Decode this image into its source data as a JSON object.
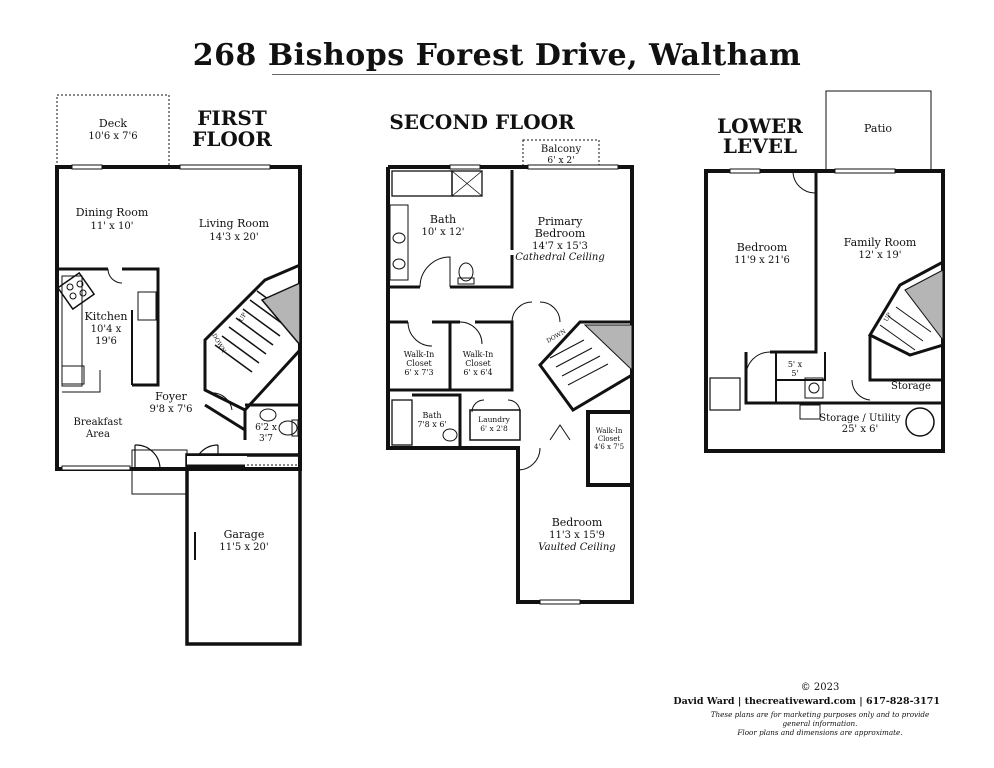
{
  "title": "268 Bishops Forest Drive, Waltham",
  "floors": {
    "first": {
      "heading_line1": "FIRST",
      "heading_line2": "FLOOR",
      "rooms": {
        "deck": {
          "name": "Deck",
          "dim": "10'6 x 7'6"
        },
        "dining": {
          "name": "Dining Room",
          "dim": "11' x 10'"
        },
        "living": {
          "name": "Living Room",
          "dim": "14'3 x 20'"
        },
        "kitchen": {
          "name": "Kitchen",
          "dim1": "10'4 x",
          "dim2": "19'6"
        },
        "foyer": {
          "name": "Foyer",
          "dim": "9'8 x 7'6"
        },
        "breakfast": {
          "name1": "Breakfast",
          "name2": "Area"
        },
        "half_bath": {
          "dim1": "6'2 x",
          "dim2": "3'7"
        },
        "garage": {
          "name": "Garage",
          "dim": "11'5 x 20'"
        }
      },
      "stair_up": "UP",
      "stair_down": "DOWN"
    },
    "second": {
      "heading": "SECOND FLOOR",
      "rooms": {
        "balcony": {
          "name": "Balcony",
          "dim": "6' x 2'"
        },
        "bath": {
          "name": "Bath",
          "dim": "10' x 12'"
        },
        "primary": {
          "name1": "Primary",
          "name2": "Bedroom",
          "dim": "14'7 x 15'3",
          "note": "Cathedral Ceiling"
        },
        "closet1": {
          "name1": "Walk-In",
          "name2": "Closet",
          "dim": "6' x 7'3"
        },
        "closet2": {
          "name1": "Walk-In",
          "name2": "Closet",
          "dim": "6' x 6'4"
        },
        "bath2": {
          "name": "Bath",
          "dim": "7'8 x 6'"
        },
        "laundry": {
          "name": "Laundry",
          "dim": "6' x 2'8"
        },
        "closet3": {
          "name1": "Walk-In",
          "name2": "Closet",
          "dim": "4'6 x 7'5"
        },
        "bedroom": {
          "name": "Bedroom",
          "dim": "11'3 x 15'9",
          "note": "Vaulted Ceiling"
        }
      },
      "stair_down": "DOWN"
    },
    "lower": {
      "heading_line1": "LOWER",
      "heading_line2": "LEVEL",
      "rooms": {
        "patio": {
          "name": "Patio"
        },
        "bedroom": {
          "name": "Bedroom",
          "dim": "11'9 x 21'6"
        },
        "family": {
          "name": "Family Room",
          "dim": "12' x 19'"
        },
        "bath": {
          "dim1": "5' x",
          "dim2": "5'"
        },
        "storage": {
          "name": "Storage"
        },
        "utility": {
          "name": "Storage / Utility",
          "dim": "25' x 6'"
        }
      },
      "stair_up": "UP"
    }
  },
  "footer": {
    "copyright": "© 2023",
    "credit": "David Ward  |  thecreativeward.com  |  617-828-3171",
    "disclaimer1": "These plans are for marketing purposes only and to provide general information.",
    "disclaimer2": "Floor plans and dimensions are approximate."
  }
}
